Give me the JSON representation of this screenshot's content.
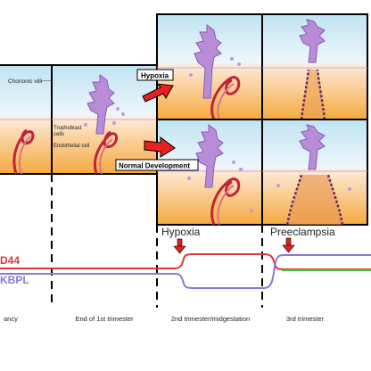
{
  "labels": {
    "chorionic_villi": "Chorionic villi",
    "trophoblast_cells_line1": "Trophoblast",
    "trophoblast_cells_line2": "cells",
    "endothelial_cell": "Endothelial cell",
    "hypoxia_tag": "Hypoxia",
    "normal_development_tag": "Normal Development",
    "hypoxia_heading": "Hypoxia",
    "preeclampsia_heading": "Preeclampsia"
  },
  "markers": {
    "red_line_label": "D44",
    "purple_line_label": "KBPL"
  },
  "timeline": {
    "stage_1": "ancy",
    "stage_2": "End of 1st trimester",
    "stage_3": "2nd trimester/midgestation",
    "stage_4": "3rd trimester"
  },
  "colors": {
    "red_line": "#e0343c",
    "purple_line": "#8c78d6",
    "green_line": "#3cc83c",
    "arrow_red": "#e82020",
    "villi_purple": "#b98cd8",
    "blue_sky": "#cfeaf5",
    "tissue_orange": "#f6b24a",
    "vessel_red": "#a01028"
  }
}
